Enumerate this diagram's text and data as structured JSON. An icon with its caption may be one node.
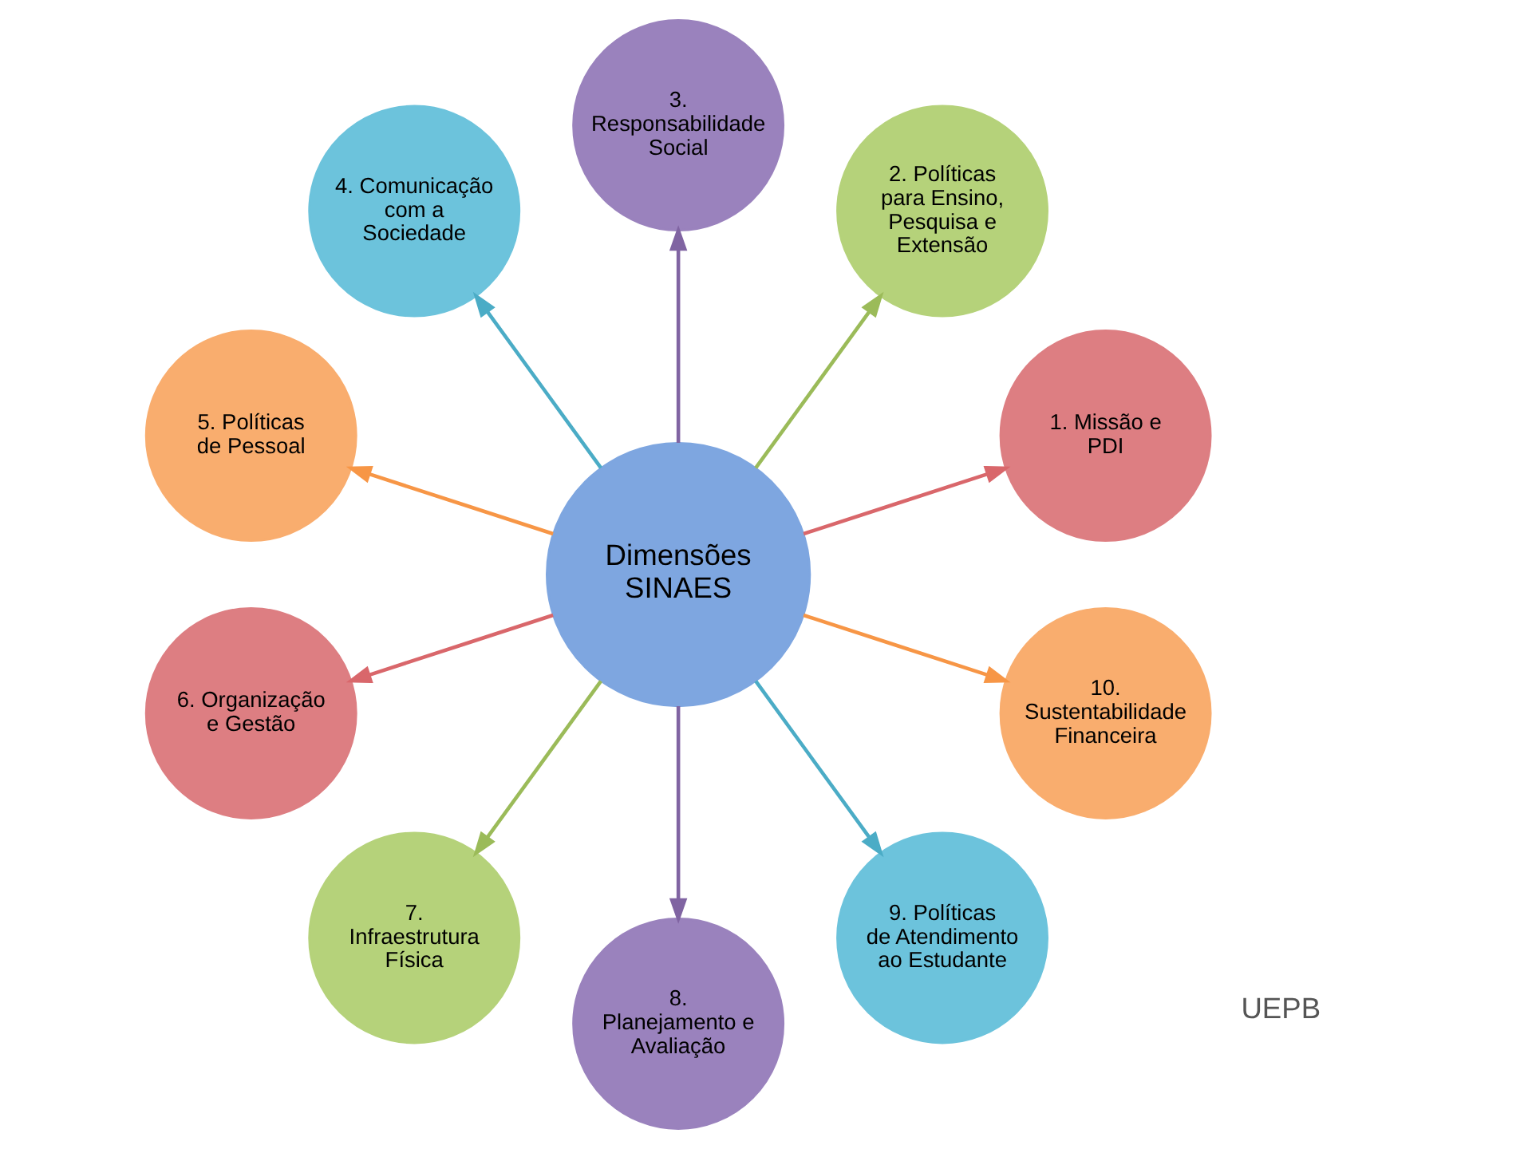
{
  "diagram": {
    "nodes": [
      {
        "text": [
          "Dimensões SINAES"
        ]
      },
      {
        "text": [
          "1. Missão e PDI"
        ]
      },
      {
        "text": [
          "2. Políticas para Ensino, Pesquisa e Extensão"
        ]
      },
      {
        "text": [
          "3. Responsabilidade Social"
        ]
      },
      {
        "text": [
          "4. Comunicação com a Sociedade"
        ]
      },
      {
        "text": [
          "5. Políticas de Pessoal"
        ]
      },
      {
        "text": [
          "6. Organização e Gestão"
        ]
      },
      {
        "text": [
          "7. Infraestrutura Física"
        ]
      },
      {
        "text": [
          "8. Planejamento e Avaliação"
        ]
      },
      {
        "text": [
          "9. Políticas de Atendimento ao Estudante"
        ]
      },
      {
        "text": [
          "10. Sustentabilidade Financeira"
        ]
      }
    ],
    "edges": [
      {
        "from": 0,
        "to": 1,
        "arrow": "to",
        "color": "#d9676b"
      },
      {
        "from": 0,
        "to": 2,
        "arrow": "to",
        "color": "#9bbb59"
      },
      {
        "from": 0,
        "to": 3,
        "arrow": "to",
        "color": "#8064a2"
      },
      {
        "from": 0,
        "to": 4,
        "arrow": "to",
        "color": "#4bacc6"
      },
      {
        "from": 0,
        "to": 5,
        "arrow": "to",
        "color": "#f79646"
      },
      {
        "from": 0,
        "to": 6,
        "arrow": "to",
        "color": "#d9676b"
      },
      {
        "from": 0,
        "to": 7,
        "arrow": "to",
        "color": "#9bbb59"
      },
      {
        "from": 0,
        "to": 8,
        "arrow": "to",
        "color": "#8064a2"
      },
      {
        "from": 0,
        "to": 9,
        "arrow": "to",
        "color": "#4bacc6"
      },
      {
        "from": 0,
        "to": 10,
        "arrow": "to",
        "color": "#f79646"
      }
    ],
    "labels": [
      "UEPB"
    ]
  }
}
